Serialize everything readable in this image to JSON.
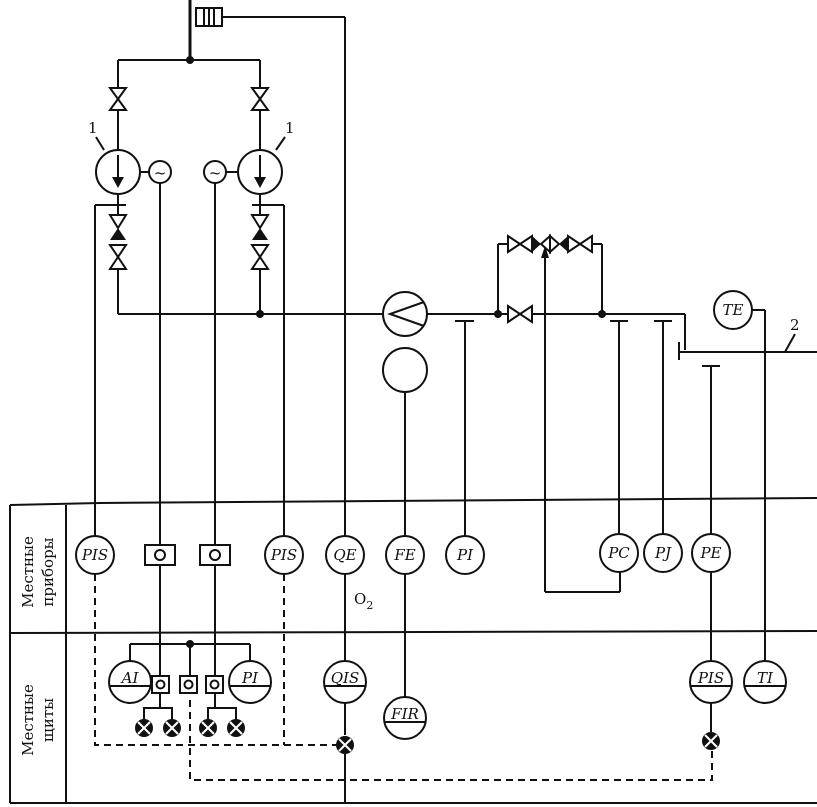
{
  "zones": {
    "local_instruments": [
      "Местные",
      "приборы"
    ],
    "local_panels": [
      "Местные",
      "щиты"
    ]
  },
  "callouts": {
    "pump_left": "1",
    "pump_right": "1",
    "pipeline": "2",
    "oxygen": "O",
    "oxygen_sub": "2"
  },
  "instruments": {
    "pis_1": "PIS",
    "pis_2": "PIS",
    "qe": "QE",
    "fe": "FE",
    "pi_field": "PI",
    "pc": "PC",
    "pj": "PJ",
    "pe": "PE",
    "te": "TE",
    "ai": "AI",
    "pi_panel": "PI",
    "qis": "QIS",
    "fir": "FIR",
    "pis_panel": "PIS",
    "ti": "TI"
  },
  "symbols": {
    "motor_left": "~",
    "motor_right": "~"
  }
}
